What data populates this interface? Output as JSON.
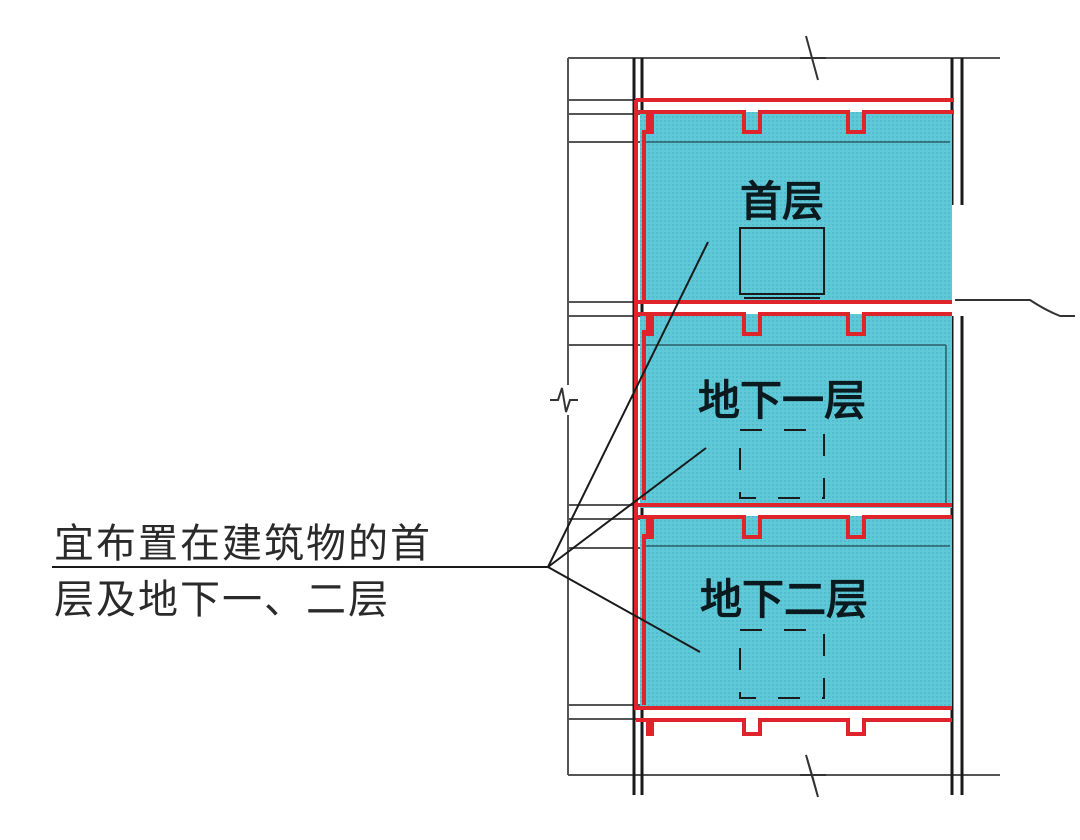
{
  "floors": [
    {
      "label": "首层",
      "room_style": "solid"
    },
    {
      "label": "地下一层",
      "room_style": "dashed"
    },
    {
      "label": "地下二层",
      "room_style": "dashed"
    }
  ],
  "note": {
    "line1": "宜布置在建筑物的首",
    "line2": "层及地下一、二层"
  },
  "colors": {
    "room_fill": "#5cc8d6",
    "wall_red": "#e0242b",
    "line_dark": "#1a1a1a",
    "line_grey": "#555555"
  }
}
